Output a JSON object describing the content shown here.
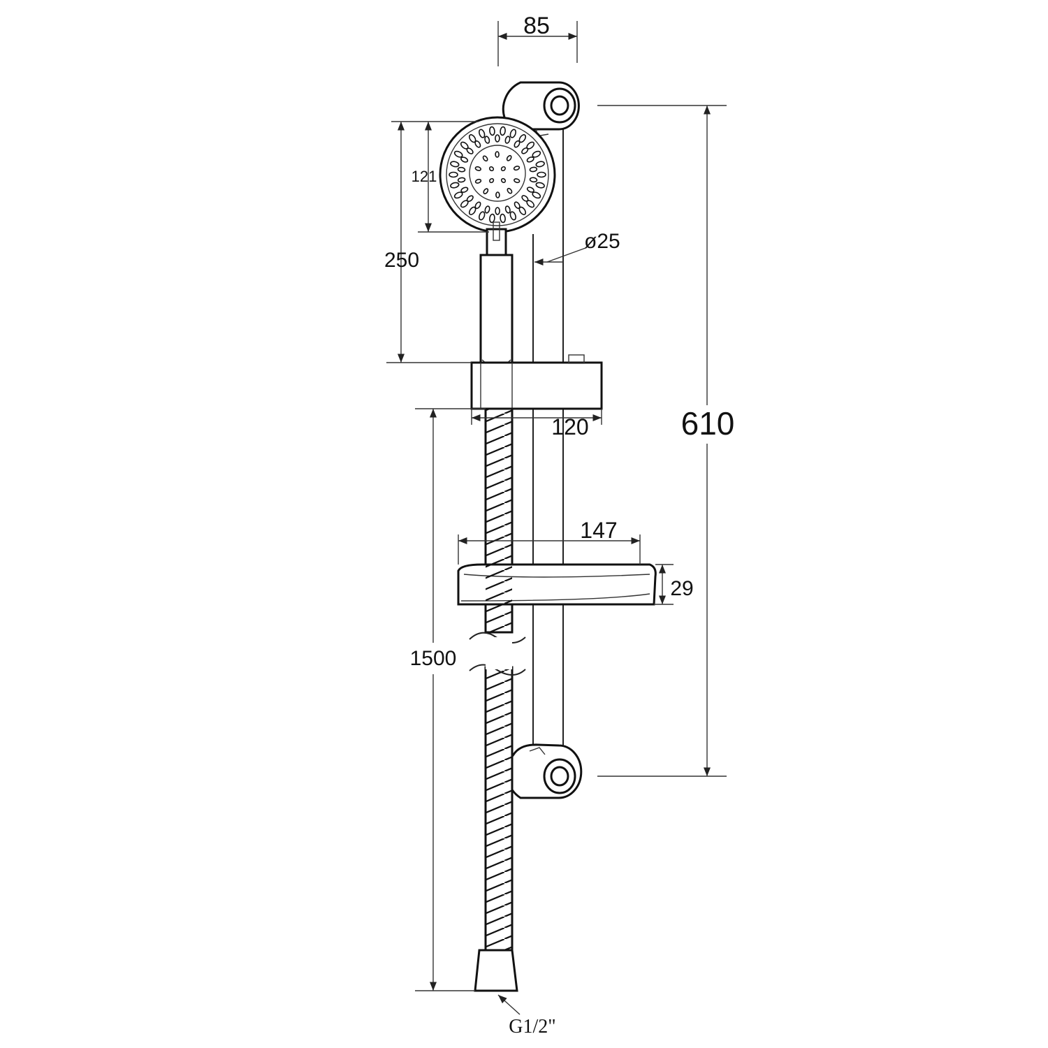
{
  "dimensions": {
    "d85": "85",
    "d121": "121",
    "d250": "250",
    "d25": "ø25",
    "d120": "120",
    "d610": "610",
    "d147": "147",
    "d29": "29",
    "d1500": "1500",
    "thread": "G1/2\""
  }
}
